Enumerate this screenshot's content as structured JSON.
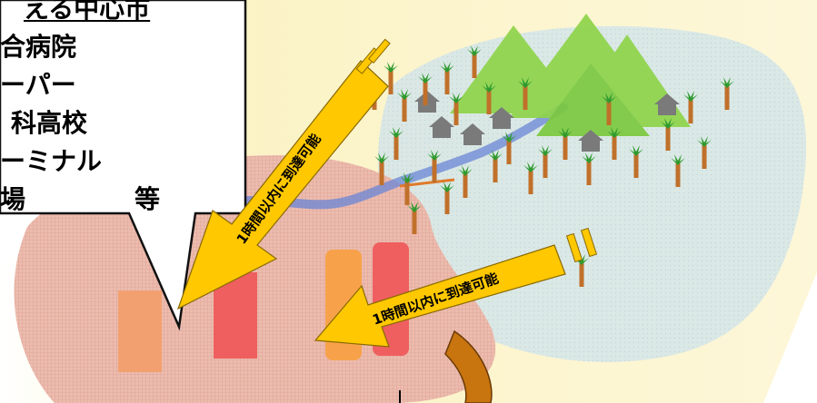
{
  "callout": {
    "title": "える中心市",
    "items": [
      "合病院",
      "ーパー",
      "科高校",
      "ーミナル",
      "場",
      "等"
    ]
  },
  "arrows": {
    "upper_label": "1時間以内に到達可能",
    "lower_label": "1時間以内に到達可能"
  },
  "colors": {
    "background": "#fbf5d0",
    "city_zone": "#eab8a8",
    "village_zone": "#cfe2e6",
    "mountain": "#8fd44a",
    "arrow": "#ffc800",
    "river": "#6a86d6",
    "road": "#c8740f"
  }
}
